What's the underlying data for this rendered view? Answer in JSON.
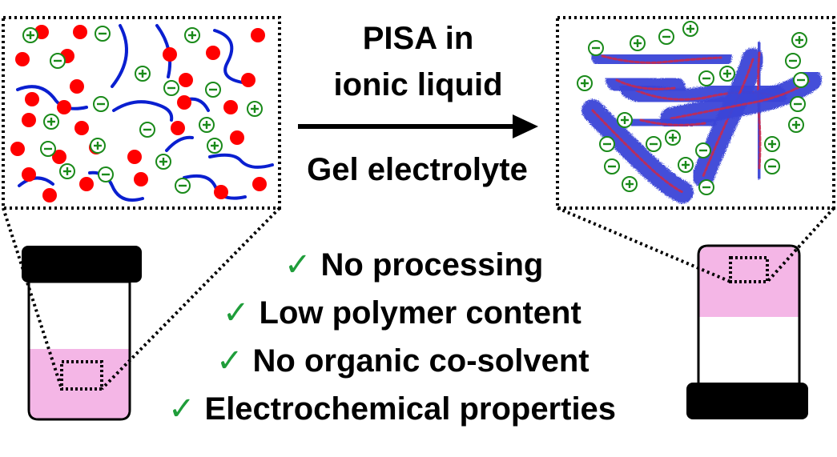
{
  "reaction": {
    "line1": "PISA in",
    "line2": "ionic liquid",
    "line3": "Gel electrolyte"
  },
  "benefits": [
    {
      "check": "✓",
      "label": "No processing"
    },
    {
      "check": "✓",
      "label": "Low polymer content"
    },
    {
      "check": "✓",
      "label": "No organic co-solvent"
    },
    {
      "check": "✓",
      "label": "Electrochemical properties"
    }
  ],
  "ions": {
    "plus": "+",
    "minus": "−"
  },
  "colors": {
    "cation_dot": "#ff0000",
    "ion_symbol": "#1a8a1a",
    "polymer_chain": "#0a1fd0",
    "worm_outer": "#3b45d8",
    "worm_core": "#d7263d",
    "liquid": "#f4b6e6",
    "check": "#1f9d3a"
  },
  "icons": [
    "vial-liquid-icon",
    "vial-gel-inverted-icon",
    "reaction-arrow-icon",
    "zoom-box-icon"
  ]
}
